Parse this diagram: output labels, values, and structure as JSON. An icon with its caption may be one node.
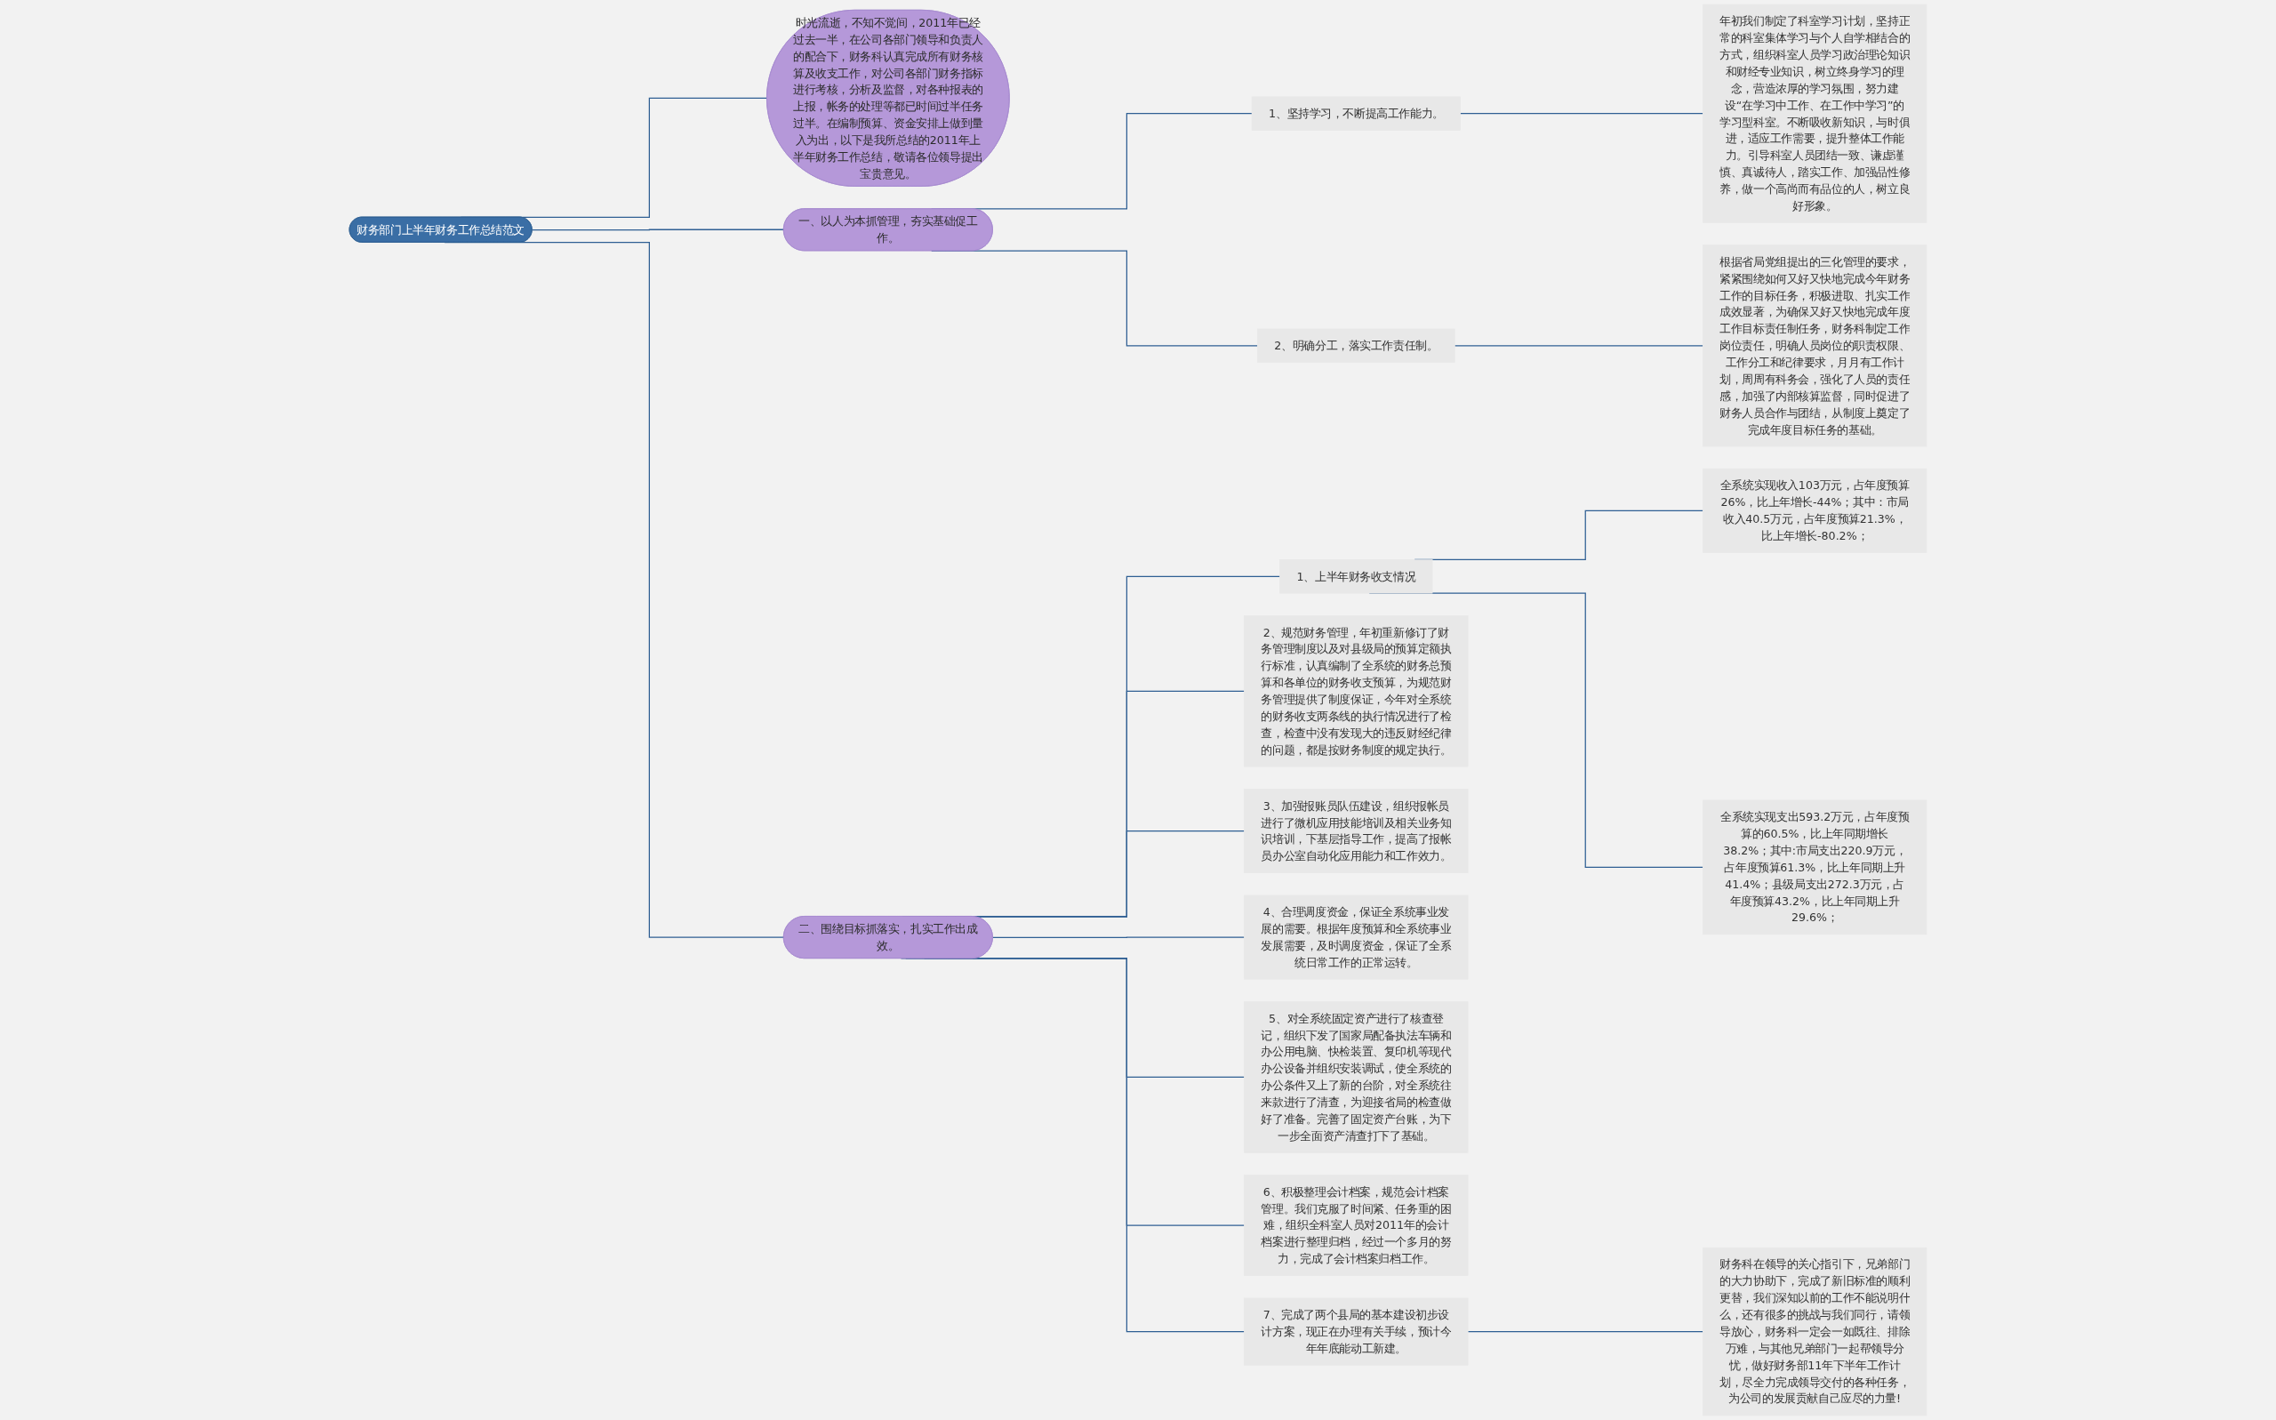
{
  "diagram": {
    "nodes": [
      {
        "text": [
          "财务部门上半年财务工作总结范文"
        ]
      },
      {
        "text": [
          "时光流逝，不知不觉间，2011年已经过去一半，在公司各部门领导和负责人的配合下，财务科认真完成所有财务核算及收支工作，对公司各部门财务指标进行考核，分析及监督，对各种报表的上报，帐务的处理等都已时间过半任务过半。在编制预算、资金安排上做到量入为出，以下是我所总结的2011年上半年财务工作总结，敬请各位领导提出宝贵意见。"
        ]
      },
      {
        "text": [
          "一、以人为本抓管理，夯实基础促工作。"
        ]
      },
      {
        "text": [
          "1、坚持学习，不断提高工作能力。"
        ]
      },
      {
        "text": [
          "年初我们制定了科室学习计划，坚持正常的科室集体学习与个人自学相结合的方式，组织科室人员学习政治理论知识和财经专业知识，树立终身学习的理念，营造浓厚的学习氛围，努力建设“在学习中工作、在工作中学习”的学习型科室。不断吸收新知识，与时俱进，适应工作需要，提升整体工作能力。引导科室人员团结一致、谦虚谨慎、真诚待人，踏实工作、加强品性修养，做一个高尚而有品位的人，树立良好形象。"
        ]
      },
      {
        "text": [
          "2、明确分工，落实工作责任制。"
        ]
      },
      {
        "text": [
          "根据省局党组提出的三化管理的要求，紧紧围绕如何又好又快地完成今年财务工作的目标任务，积极进取、扎实工作成效显著，为确保又好又快地完成年度工作目标责任制任务，财务科制定工作岗位责任，明确人员岗位的职责权限、工作分工和纪律要求，月月有工作计划，周周有科务会，强化了人员的责任感，加强了内部核算监督，同时促进了财务人员合作与团结，从制度上奠定了完成年度目标任务的基础。"
        ]
      },
      {
        "text": [
          "二、围绕目标抓落实，扎实工作出成效。"
        ]
      },
      {
        "text": [
          "1、上半年财务收支情况"
        ]
      },
      {
        "text": [
          "全系统实现收入103万元，占年度预算26%，比上年增长-44%；其中：市局收入40.5万元，占年度预算21.3%，比上年增长-80.2%；"
        ]
      },
      {
        "text": [
          "全系统实现支出593.2万元，占年度预算的60.5%，比上年同期增长38.2%；其中:市局支出220.9万元，占年度预算61.3%，比上年同期上升41.4%；县级局支出272.3万元，占年度预算43.2%，比上年同期上升29.6%；"
        ]
      },
      {
        "text": [
          "2、规范财务管理，年初重新修订了财务管理制度以及对县级局的预算定额执行标准，认真编制了全系统的财务总预算和各单位的财务收支预算，为规范财务管理提供了制度保证，今年对全系统的财务收支两条线的执行情况进行了检查，检查中没有发现大的违反财经纪律的问题，都是按财务制度的规定执行。"
        ]
      },
      {
        "text": [
          "3、加强报账员队伍建设，组织报帐员进行了微机应用技能培训及相关业务知识培训，下基层指导工作，提高了报帐员办公室自动化应用能力和工作效力。"
        ]
      },
      {
        "text": [
          "4、合理调度资金，保证全系统事业发展的需要。根据年度预算和全系统事业发展需要，及时调度资金，保证了全系统日常工作的正常运转。"
        ]
      },
      {
        "text": [
          "5、对全系统固定资产进行了核查登记，组织下发了国家局配备执法车辆和办公用电脑、快检装置、复印机等现代办公设备并组织安装调试，使全系统的办公条件又上了新的台阶，对全系统往来款进行了清查，为迎接省局的检查做好了准备。完善了固定资产台账，为下一步全面资产清查打下了基础。"
        ]
      },
      {
        "text": [
          "6、积极整理会计档案，规范会计档案管理。我们克服了时间紧、任务重的困难，组织全科室人员对2011年的会计档案进行整理归档，经过一个多月的努力，完成了会计档案归档工作。"
        ]
      },
      {
        "text": [
          "7、完成了两个县局的基本建设初步设计方案，现正在办理有关手续，预计今年年底能动工新建。"
        ]
      },
      {
        "text": [
          "财务科在领导的关心指引下，兄弟部门的大力协助下，完成了新旧标准的顺利更替，我们深知以前的工作不能说明什么，还有很多的挑战与我们同行，请领导放心，财务科一定会一如既往、排除万难，与其他兄弟部门一起帮领导分忧，做好财务部11年下半年工作计划，尽全力完成领导交付的各种任务，为公司的发展贡献自己应尽的力量!"
        ]
      }
    ],
    "edges": [
      {
        "from": 0,
        "to": 1,
        "arrow": "none"
      },
      {
        "from": 0,
        "to": 2,
        "arrow": "none"
      },
      {
        "from": 2,
        "to": 3,
        "arrow": "none"
      },
      {
        "from": 3,
        "to": 4,
        "arrow": "none"
      },
      {
        "from": 2,
        "to": 5,
        "arrow": "none"
      },
      {
        "from": 5,
        "to": 6,
        "arrow": "none"
      },
      {
        "from": 0,
        "to": 7,
        "arrow": "none"
      },
      {
        "from": 7,
        "to": 8,
        "arrow": "none"
      },
      {
        "from": 8,
        "to": 9,
        "arrow": "none"
      },
      {
        "from": 8,
        "to": 10,
        "arrow": "none"
      },
      {
        "from": 7,
        "to": 11,
        "arrow": "none"
      },
      {
        "from": 7,
        "to": 12,
        "arrow": "none"
      },
      {
        "from": 7,
        "to": 13,
        "arrow": "none"
      },
      {
        "from": 7,
        "to": 14,
        "arrow": "none"
      },
      {
        "from": 7,
        "to": 15,
        "arrow": "none"
      },
      {
        "from": 7,
        "to": 16,
        "arrow": "none"
      },
      {
        "from": 16,
        "to": 17,
        "arrow": "none"
      }
    ]
  }
}
